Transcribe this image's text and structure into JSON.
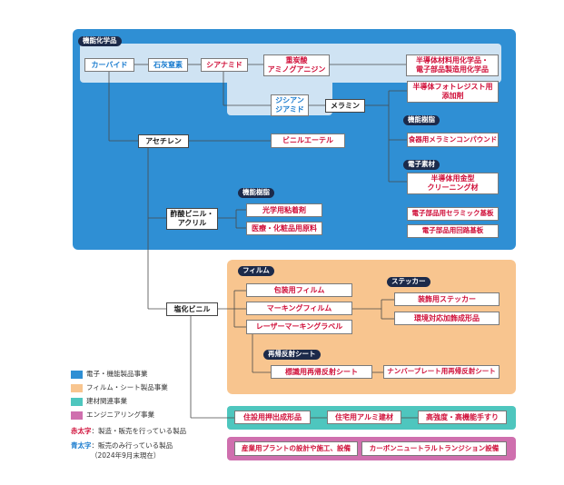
{
  "sections": {
    "functional_chemicals": "機能化学品",
    "functional_resin_top": "機能樹脂",
    "electronic_materials": "電子素材",
    "functional_resin_left": "機能樹脂",
    "film": "フィルム",
    "sticker": "ステッカー",
    "retroreflective_sheet": "再帰反射シート"
  },
  "nodes": {
    "carbide": "カーバイド",
    "lime_nitrogen": "石灰窒素",
    "cyanamide": "シアナミド",
    "bicarb_aminoguanidine": [
      "重炭酸",
      "アミノグアニジン"
    ],
    "semicon_chem": [
      "半導体材料用化学品・",
      "電子部品製造用化学品"
    ],
    "semicon_photoresist": [
      "半導体フォトレジスト用",
      "添加剤"
    ],
    "dicyandiamide": [
      "ジシアン",
      "ジアミド"
    ],
    "melamine": "メラミン",
    "melamine_compound": "食器用メラミンコンパウンド",
    "acetylene": "アセチレン",
    "vinyl_ether": "ビニルエーテル",
    "cleaning_material": [
      "半導体用金型",
      "クリーニング材"
    ],
    "ceramic_substrate": "電子部品用セラミック基板",
    "circuit_board": "電子部品用回路基板",
    "vinyl_acetate_acrylic": [
      "酢酸ビニル・",
      "アクリル"
    ],
    "optical_adhesive": "光学用粘着剤",
    "medical_cosmetic": "医療・化粧品用原料",
    "pvc": "塩化ビニル",
    "packaging_film": "包装用フィルム",
    "marking_film": "マーキングフィルム",
    "laser_label": "レーザーマーキングラベル",
    "decorative_sticker": "装飾用ステッカー",
    "eco_molded": "環境対応加飾成形品",
    "sign_sheet": "標識用再帰反射シート",
    "plate_sheet": "ナンバープレート用再帰反射シート",
    "housing_extrusion": "住設用押出成形品",
    "aluminum_material": "住宅用アルミ建材",
    "handrail": "高強度・高機能手すり",
    "plant_design": "産業用プラントの設計や施工、設備",
    "carbon_neutral": "カーボンニュートラルトランジション設備"
  },
  "legend": [
    {
      "label": "電子・機能製品事業",
      "color": "#2f8fd4"
    },
    {
      "label": "フィルム・シート製品事業",
      "color": "#f8c58f"
    },
    {
      "label": "建材関連事業",
      "color": "#4ec6be"
    },
    {
      "label": "エンジニアリング事業",
      "color": "#cf6fae"
    }
  ],
  "notes": {
    "red_key": "赤太字",
    "red_text": "：製造・販売を行っている製品",
    "blue_key": "青太字",
    "blue_text": "：販売のみ行っている製品",
    "date": "（2024年9月末現在）"
  }
}
